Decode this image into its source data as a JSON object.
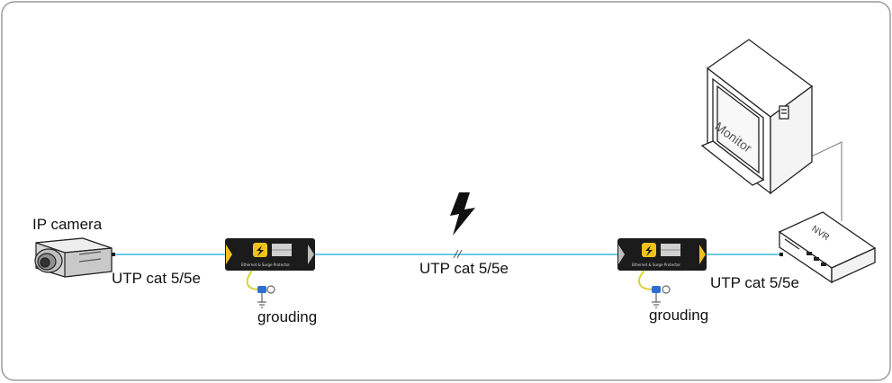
{
  "labels": {
    "camera": "IP camera",
    "cable_left": "UTP  cat 5/5e",
    "cable_mid": "UTP  cat 5/5e",
    "cable_right": "UTP  cat 5/5e",
    "ground_left": "grouding",
    "ground_right": "grouding",
    "monitor": "Monitor",
    "nvr": "NVR",
    "protector_text": "Ethernet & Surge Protector"
  },
  "icons": {
    "lightning": "lightning-bolt-icon",
    "camera": "ip-camera-icon",
    "protector": "surge-protector-icon",
    "monitor": "monitor-icon",
    "nvr": "nvr-recorder-icon",
    "ground": "ground-symbol-icon"
  },
  "colors": {
    "cable": "#6ec9ea",
    "frame": "#9a9a9a",
    "protector_body": "#1b1b1b",
    "protector_accent": "#f2c21a",
    "ground_wire": "#d9d23a",
    "lug": "#2c6fd1"
  }
}
